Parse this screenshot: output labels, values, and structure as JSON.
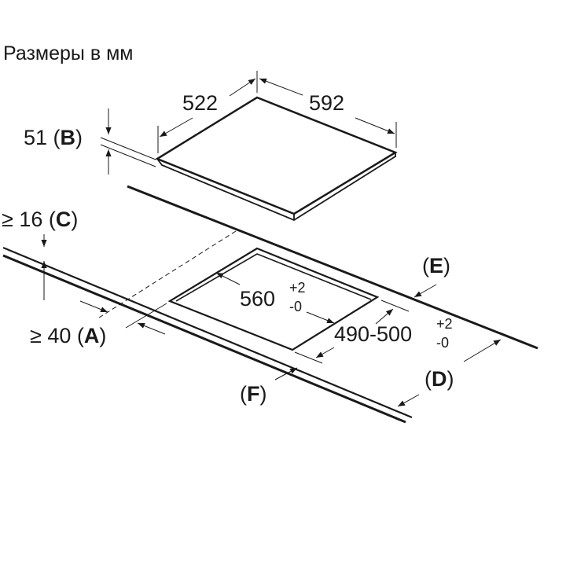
{
  "title": "Размеры в мм",
  "hob": {
    "depth": "522",
    "width": "592",
    "height_value": "51",
    "height_ref": "B"
  },
  "countertop": {
    "min_thickness_prefix": "≥ 16",
    "min_thickness_ref": "C",
    "min_front_distance_prefix": "≥ 40",
    "min_front_distance_ref": "A",
    "cutout_width": "560",
    "cutout_width_tol_plus": "+2",
    "cutout_width_tol_minus": "-0",
    "cutout_depth": "490-500",
    "cutout_depth_tol_plus": "+2",
    "cutout_depth_tol_minus": "-0",
    "ref_d": "D",
    "ref_e": "E",
    "ref_f": "F"
  },
  "colors": {
    "line": "#1a1a1a",
    "background": "#ffffff"
  }
}
